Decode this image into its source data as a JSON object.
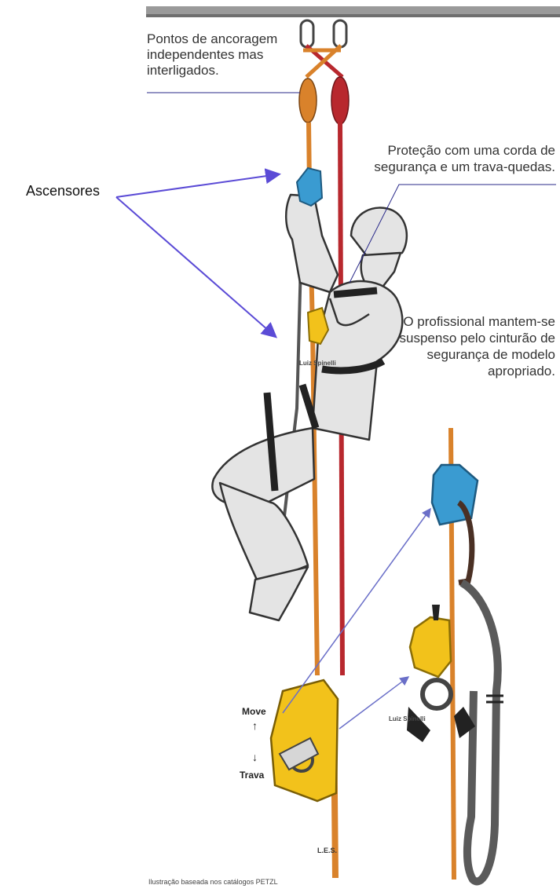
{
  "labels": {
    "anchor_points": "Pontos de ancoragem independentes mas interligados.",
    "protection": "Proteção com uma corda de segurança e um trava-quedas.",
    "ascenders": "Ascensores",
    "professional": "O profissional mantem-se suspenso pelo cinturão de segurança de modelo apropriado.",
    "credit_top": "Luiz Spinelli",
    "credit_bottom": "Luiz Spinelli",
    "move": "Move",
    "trava": "Trava",
    "arrow_up": "↑",
    "arrow_down": "↓",
    "initials": "L.E.S.",
    "source": "Ilustração baseada nos catálogos PETZL"
  },
  "colors": {
    "orange_rope": "#d9822b",
    "red_rope": "#b8282e",
    "ascender_blue": "#3a9bd1",
    "ascender_yellow": "#f2c21b",
    "suit_grey": "#e4e4e4",
    "outline": "#333333",
    "pointer_arrow": "#5b4bd6"
  }
}
